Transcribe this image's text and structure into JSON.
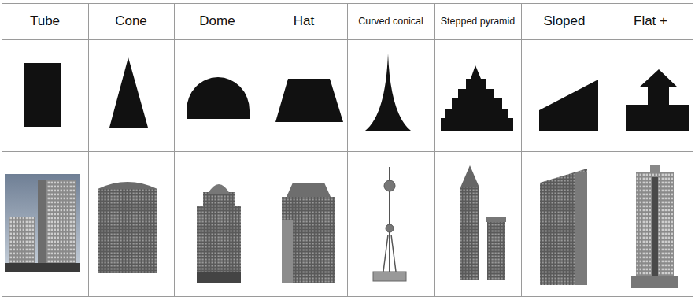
{
  "diagram": {
    "labels": [
      "Tube",
      "Cone",
      "Dome",
      "Hat",
      "Curved conical",
      "Stepped pyramid",
      "Sloped",
      "Flat +"
    ]
  }
}
